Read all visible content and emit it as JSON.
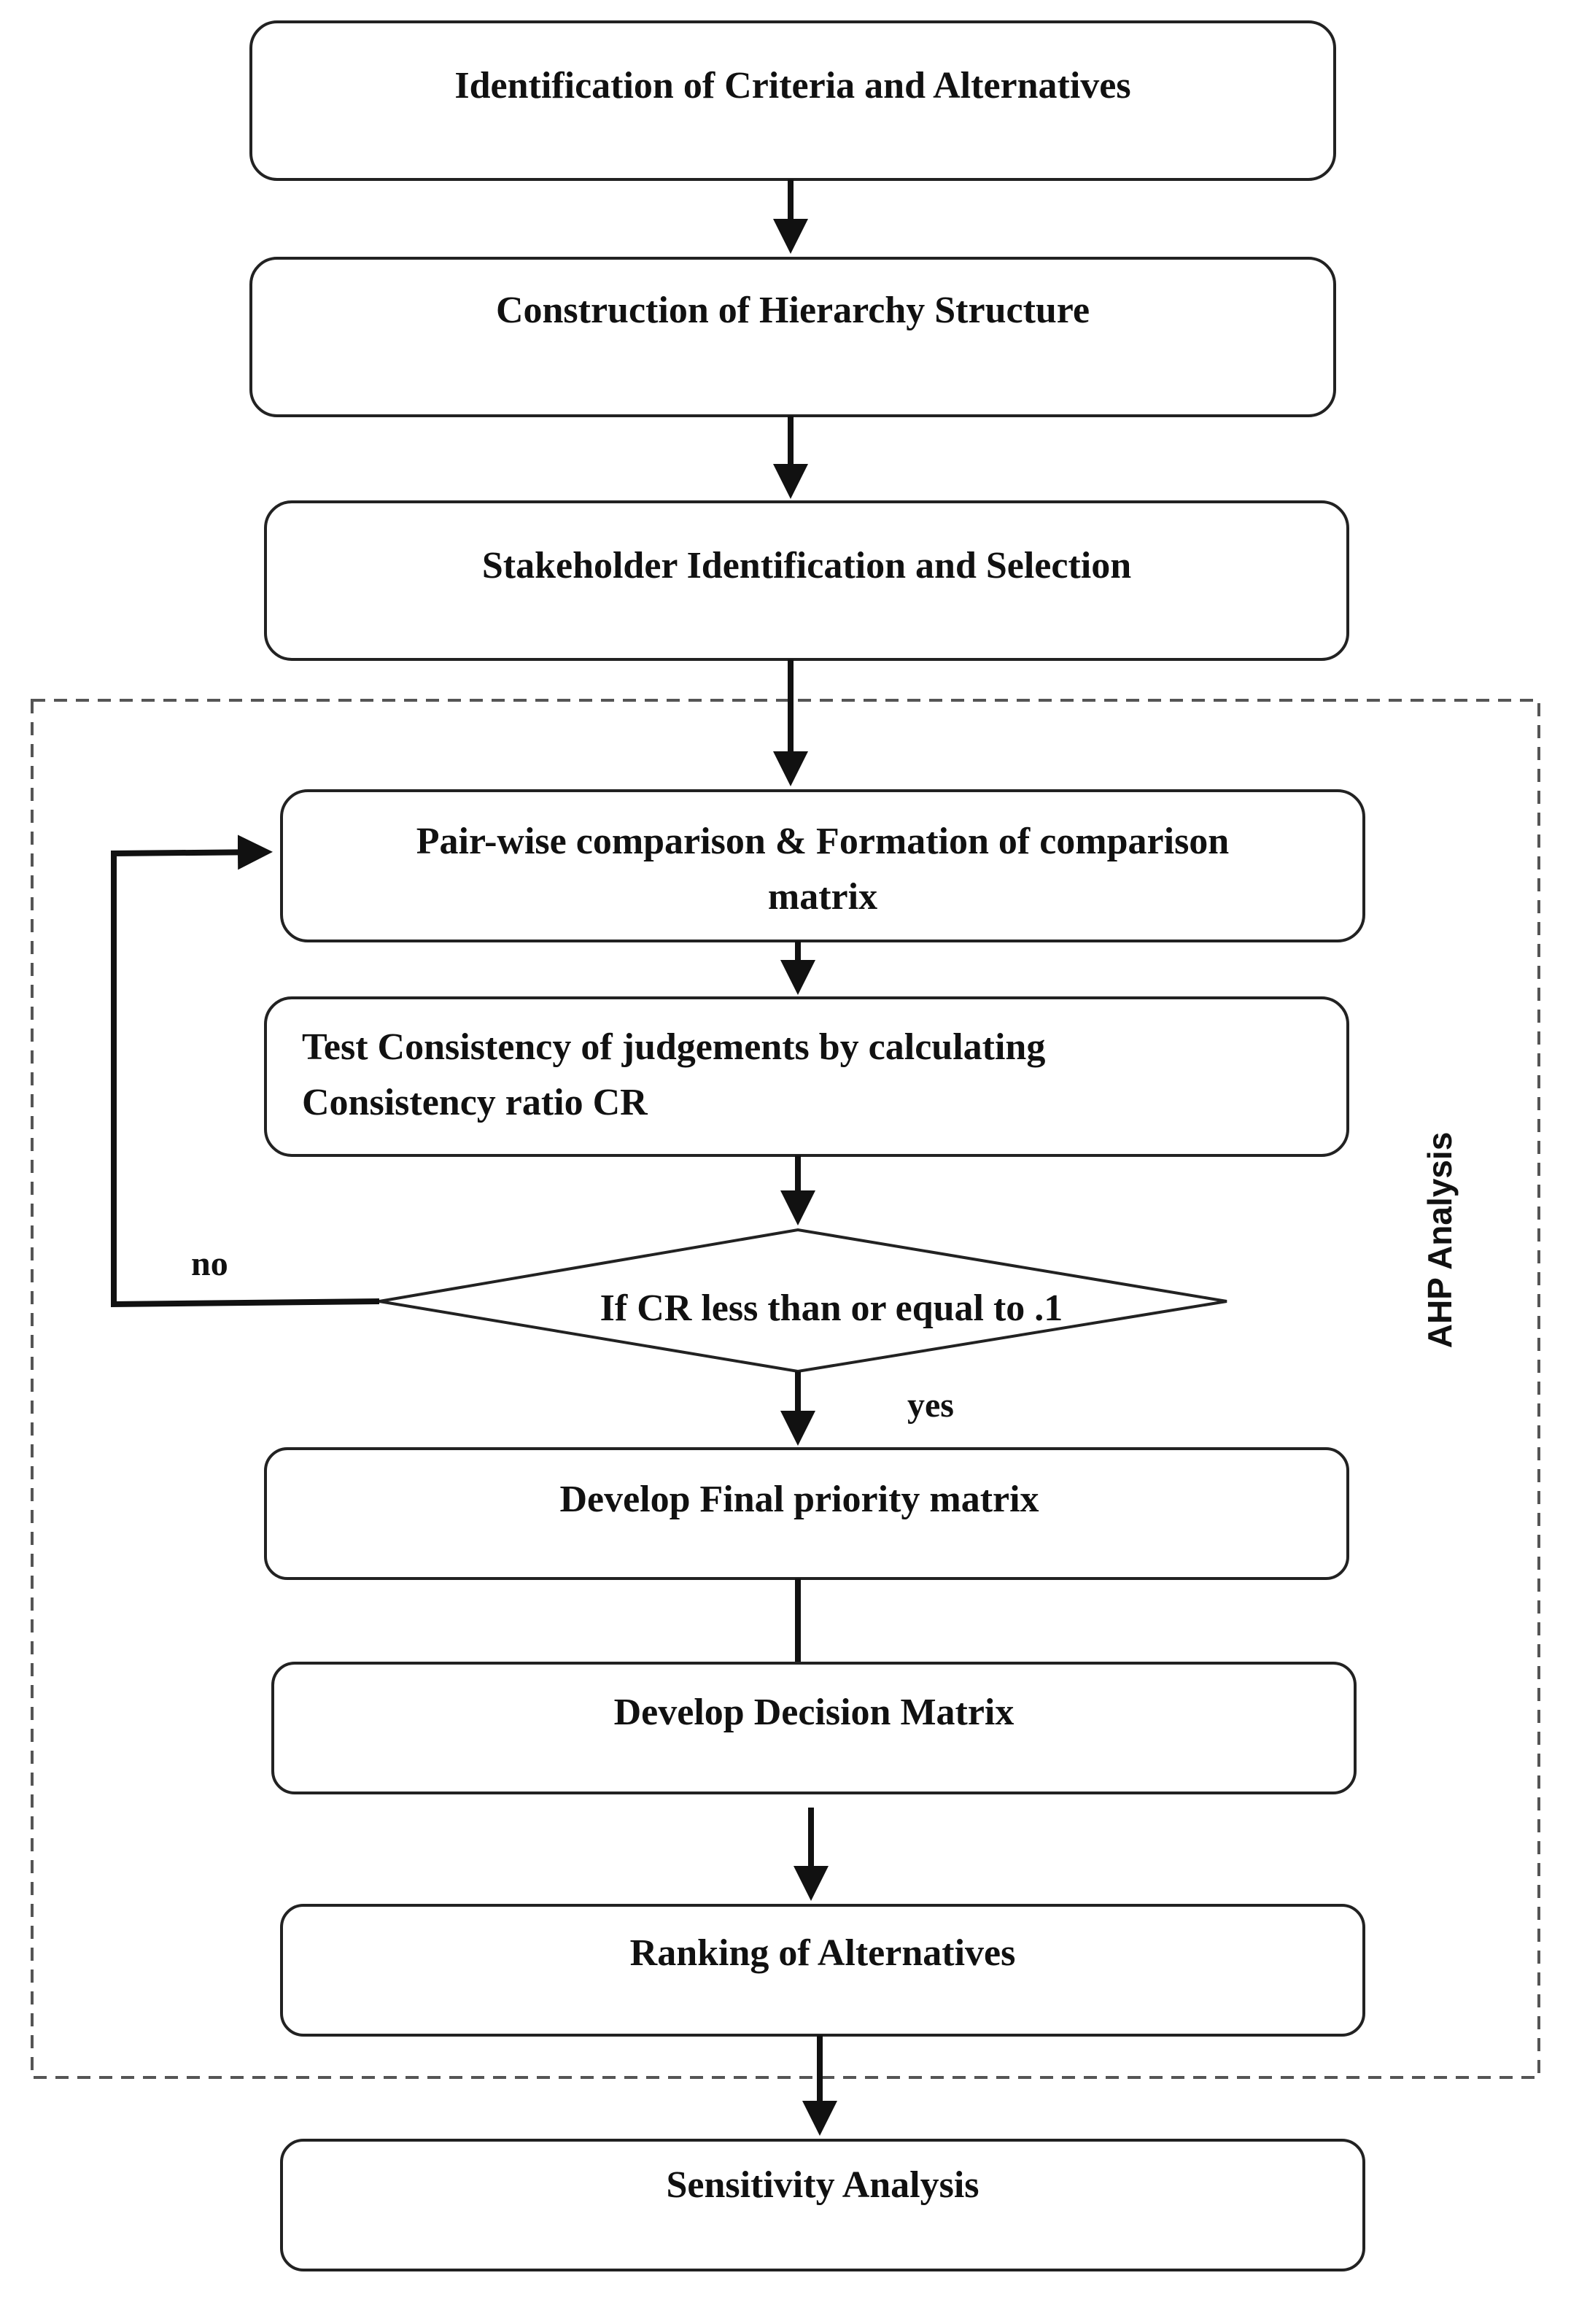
{
  "diagram": {
    "steps": {
      "identify": [
        "Identification of Criteria and Alternatives"
      ],
      "hierarchy": [
        "Construction of Hierarchy Structure"
      ],
      "stakeholder": [
        "Stakeholder Identification and Selection"
      ],
      "pairwise": [
        "Pair-wise comparison & Formation of comparison",
        "matrix"
      ],
      "consistency": [
        "Test Consistency of judgements by calculating",
        "Consistency ratio CR"
      ],
      "final_priority": [
        "Develop Final priority matrix"
      ],
      "decision_matrix": [
        "Develop Decision Matrix"
      ],
      "ranking": [
        "Ranking of Alternatives"
      ],
      "sensitivity": [
        "Sensitivity Analysis"
      ]
    },
    "decision": {
      "text": "If CR less than or equal to .1",
      "no_label": "no",
      "yes_label": "yes"
    },
    "region_label": "AHP Analysis"
  }
}
